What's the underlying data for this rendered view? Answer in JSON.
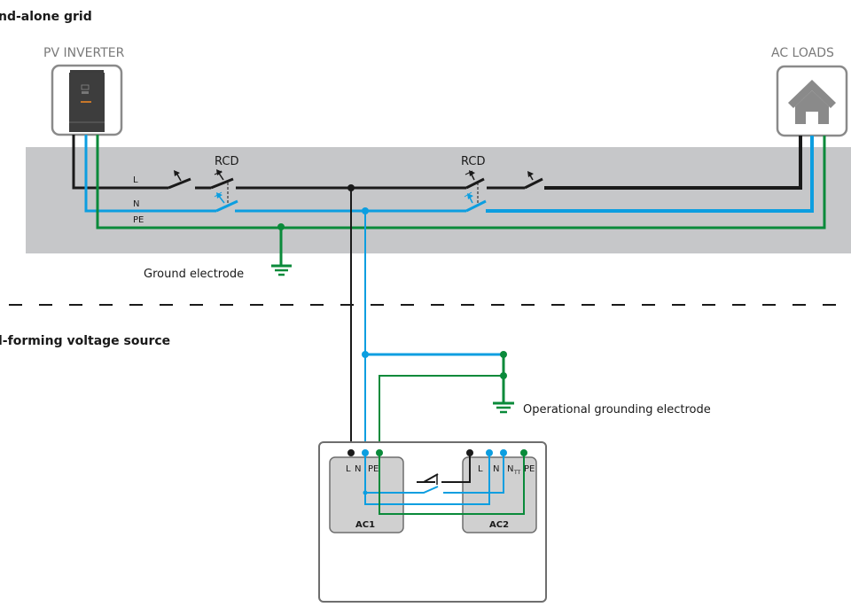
{
  "sections": {
    "top_title": "nd-alone grid",
    "bottom_title": "l-forming voltage source"
  },
  "devices": {
    "pv_inverter": {
      "label": "PV INVERTER",
      "icon": "inverter-icon"
    },
    "ac_loads": {
      "label": "AC LOADS",
      "icon": "house-icon"
    }
  },
  "conductors": {
    "L": "L",
    "N": "N",
    "PE": "PE"
  },
  "rcd": {
    "left": "RCD",
    "right": "RCD"
  },
  "grounds": {
    "ground_electrode": "Ground electrode",
    "operational": "Operational grounding electrode"
  },
  "unit": {
    "ac1": {
      "name": "AC1",
      "terminals": [
        "L",
        "N",
        "PE"
      ]
    },
    "ac2": {
      "name": "AC2",
      "terminals": [
        "L",
        "N",
        "N",
        "PE"
      ],
      "nt_subscript": "TT"
    }
  },
  "colors": {
    "L": "#1a1a1a",
    "N": "#0c9ee0",
    "PE": "#0a8a3a",
    "panel": "#c6c7c9",
    "device_label": "#7a7a7a"
  }
}
